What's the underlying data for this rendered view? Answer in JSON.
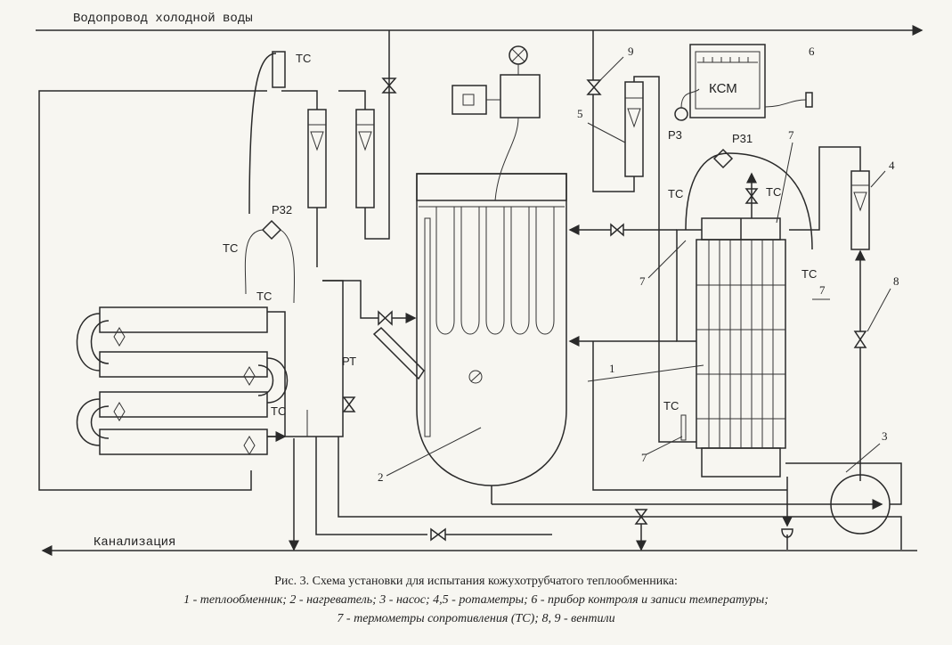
{
  "labels": {
    "water_supply": "Водопровод холодной воды",
    "drain": "Канализация",
    "tc": "ТС",
    "ksm": "КСМ",
    "p31": "Р31",
    "p32": "Р32",
    "p3": "Р3",
    "pt": "РТ"
  },
  "numbers": {
    "n1": "1",
    "n2": "2",
    "n3": "3",
    "n4": "4",
    "n5": "5",
    "n6": "6",
    "n7": "7",
    "n8": "8",
    "n9": "9"
  },
  "caption": {
    "line1": "Рис. 3. Схема установки для испытания кожухотрубчатого теплообменника:",
    "line2": "1 - теплообменник; 2 - нагреватель; 3 - насос; 4,5 - ротаметры; 6 - прибор контроля и записи температуры;",
    "line3": "7 - термометры сопротивления (ТС); 8, 9 - вентили"
  }
}
